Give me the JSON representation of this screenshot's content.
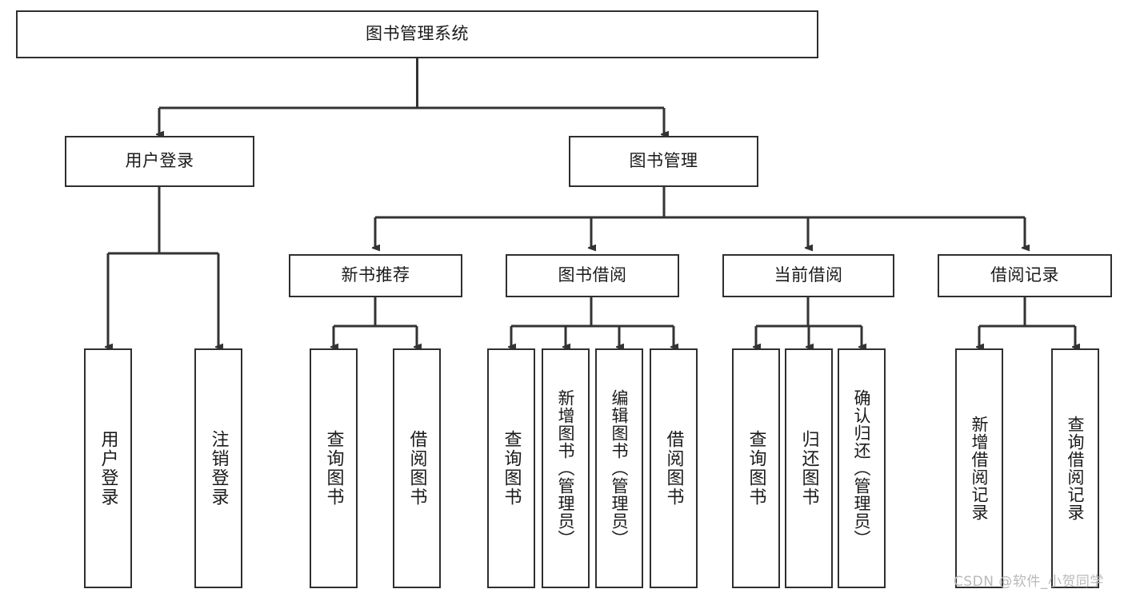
{
  "diagram": {
    "title": "图书管理系统",
    "watermark": "CSDN @软件_小贺同学",
    "colors": {
      "box_border": "#2f2f2f",
      "box_fill": "#ffffff",
      "edge": "#333333",
      "text": "#1a1a1a",
      "watermark": "#b9b9b9"
    },
    "root": {
      "label": "图书管理系统"
    },
    "level2": [
      {
        "label": "用户登录"
      },
      {
        "label": "图书管理"
      }
    ],
    "level3": [
      {
        "label": "新书推荐"
      },
      {
        "label": "图书借阅"
      },
      {
        "label": "当前借阅"
      },
      {
        "label": "借阅记录"
      }
    ],
    "leaves": {
      "user_login": [
        {
          "label": "用户登录"
        },
        {
          "label": "注销登录"
        }
      ],
      "new_book_recommend": [
        {
          "label": "查询图书"
        },
        {
          "label": "借阅图书"
        }
      ],
      "book_borrow": [
        {
          "label": "查询图书"
        },
        {
          "label": "新增图书（管理员）"
        },
        {
          "label": "编辑图书（管理员）"
        },
        {
          "label": "借阅图书"
        }
      ],
      "current_borrow": [
        {
          "label": "查询图书"
        },
        {
          "label": "归还图书"
        },
        {
          "label": "确认归还（管理员）"
        }
      ],
      "borrow_record": [
        {
          "label": "新增借阅记录"
        },
        {
          "label": "查询借阅记录"
        }
      ]
    }
  }
}
